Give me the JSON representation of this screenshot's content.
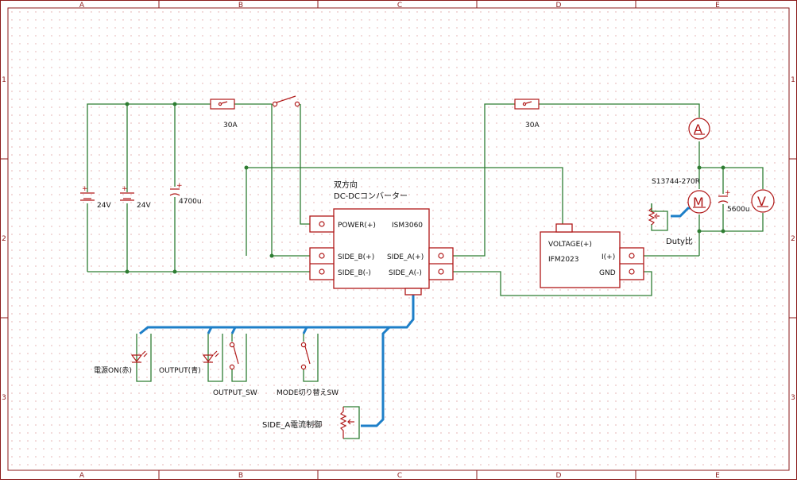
{
  "sheet": {
    "border_columns": [
      "A",
      "B",
      "C",
      "D",
      "E"
    ],
    "border_rows": [
      "1",
      "2",
      "3"
    ],
    "grid": true,
    "colors": {
      "frame": "#8b1a1a",
      "wire": "#2e7d32",
      "bus": "#1e7fc8",
      "component": "#b01818"
    }
  },
  "components": {
    "battery1": {
      "value": "24V"
    },
    "battery2": {
      "value": "24V"
    },
    "capacitor1": {
      "value": "4700u"
    },
    "fuse1": {
      "value": "30A"
    },
    "fuse2": {
      "value": "30A"
    },
    "converter": {
      "title_line1": "双方向",
      "title_line2": "DC-DCコンバーター",
      "part": "ISM3060",
      "pin_power": "POWER(+)",
      "pin_side_b_pos": "SIDE_B(+)",
      "pin_side_b_neg": "SIDE_B(-)",
      "pin_side_a_pos": "SIDE_A(+)",
      "pin_side_a_neg": "SIDE_A(-)"
    },
    "sensor": {
      "part": "IFM2023",
      "pin_voltage": "VOLTAGE(+)",
      "pin_current": "I(+)",
      "pin_gnd": "GND"
    },
    "motor": {
      "part": "S13744-270R",
      "symbol": "M"
    },
    "ammeter": {
      "symbol": "A"
    },
    "voltmeter": {
      "symbol": "V"
    },
    "capacitor2": {
      "value": "5600u"
    },
    "duty_pot": {
      "label": "Duty比"
    },
    "led_power": {
      "label": "電源ON(赤)"
    },
    "led_output": {
      "label": "OUTPUT(青)"
    },
    "switch_output": {
      "label": "OUTPUT_SW"
    },
    "switch_mode": {
      "label": "MODE切り替えSW"
    },
    "pot_side_a": {
      "label": "SIDE_A電流制御"
    }
  }
}
